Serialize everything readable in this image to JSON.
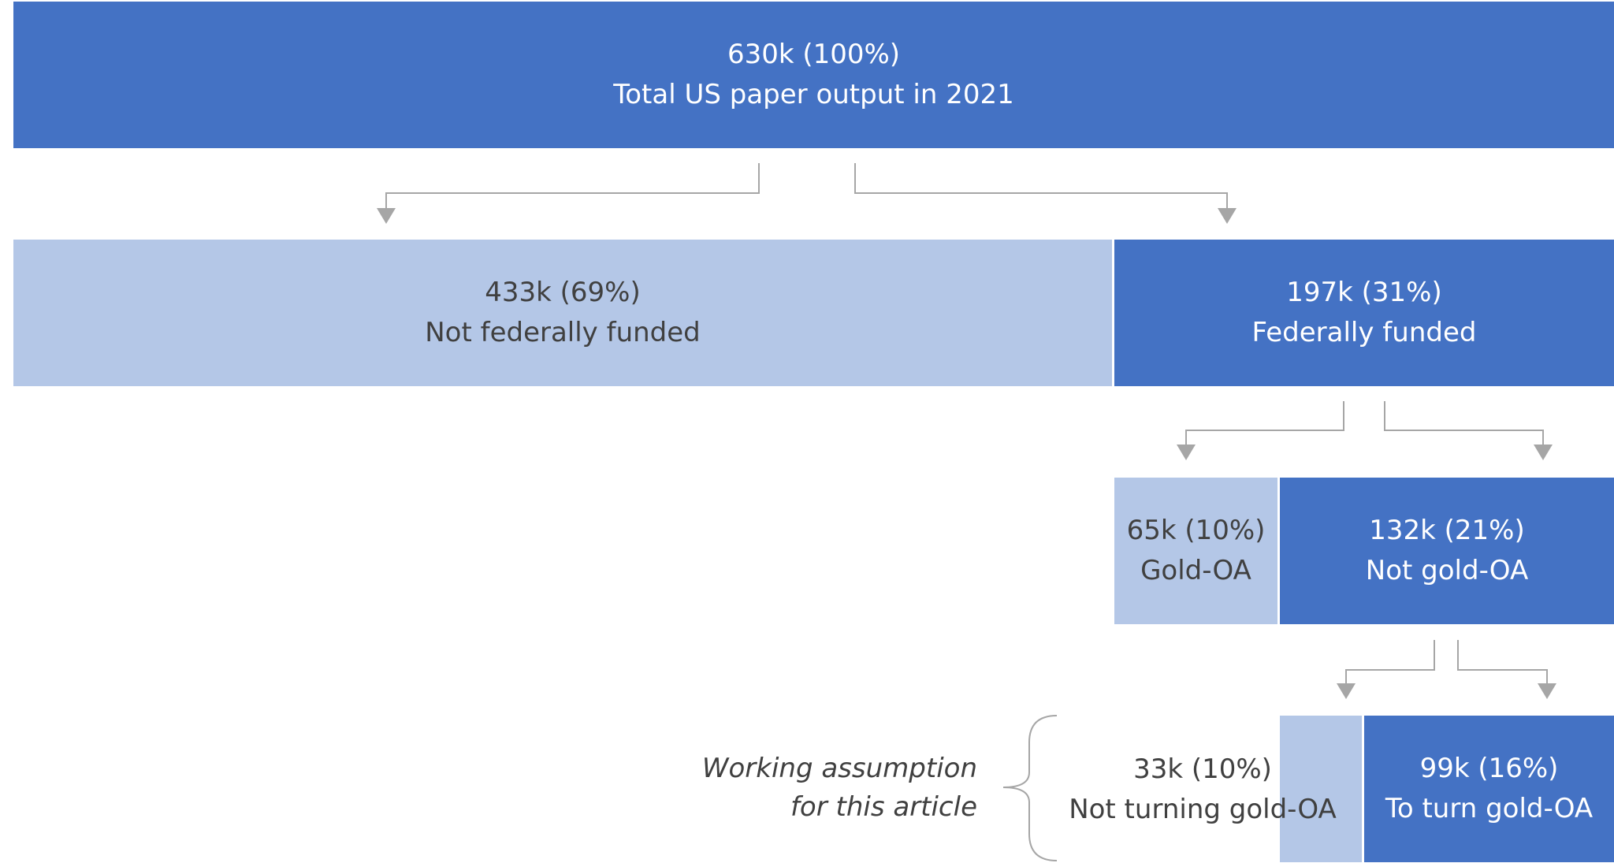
{
  "nodes": {
    "total": {
      "value": "630k (100%)",
      "label": "Total US paper output in 2021"
    },
    "not_federal": {
      "value": "433k (69%)",
      "label": "Not federally funded"
    },
    "federal": {
      "value": "197k (31%)",
      "label": "Federally funded"
    },
    "gold_oa": {
      "value": "65k (10%)",
      "label": "Gold-OA"
    },
    "not_gold_oa": {
      "value": "132k (21%)",
      "label": "Not gold-OA"
    },
    "not_turning": {
      "value": "33k (10%)",
      "label": "Not turning gold-OA"
    },
    "to_turn": {
      "value": "99k (16%)",
      "label": "To turn gold-OA"
    }
  },
  "annotation": {
    "line1": "Working assumption",
    "line2": "for this article"
  },
  "colors": {
    "dark": "#4472C4",
    "light": "#B4C7E7",
    "arrow": "#A6A6A6",
    "text_dark": "#404040"
  }
}
